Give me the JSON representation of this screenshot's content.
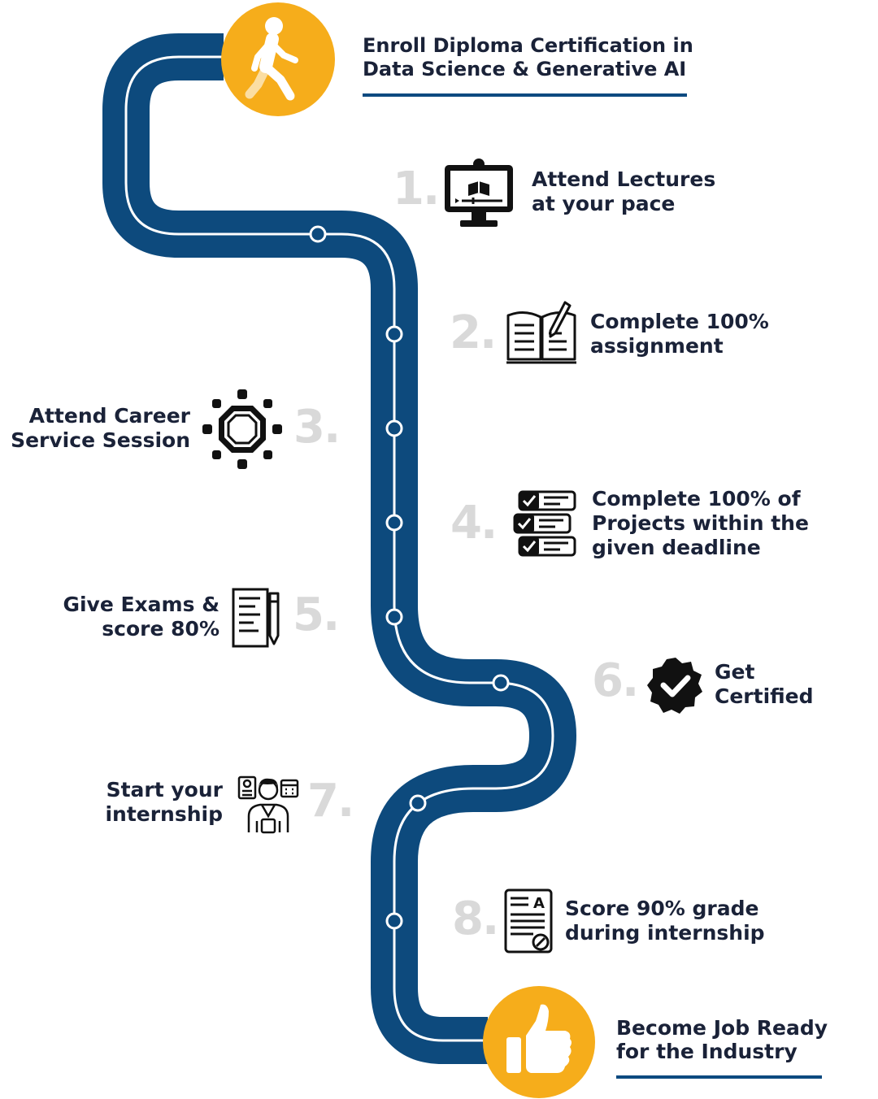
{
  "colors": {
    "road": "#0d4a7d",
    "accent": "#f6ad1b",
    "number": "#d9d9d9",
    "text": "#1a2238"
  },
  "start": {
    "icon": "walking-person-icon",
    "title": "Enroll Diploma Certification in\nData Science & Generative AI"
  },
  "steps": [
    {
      "number": "1.",
      "icon": "monitor-lecture-icon",
      "label": "Attend Lectures\nat your pace"
    },
    {
      "number": "2.",
      "icon": "open-book-pen-icon",
      "label": "Complete 100%\nassignment"
    },
    {
      "number": "3.",
      "icon": "career-network-icon",
      "label": "Attend Career\nService Session"
    },
    {
      "number": "4.",
      "icon": "checklist-icon",
      "label": "Complete 100% of\nProjects within the\ngiven deadline"
    },
    {
      "number": "5.",
      "icon": "exam-paper-icon",
      "label": "Give Exams &\nscore 80%"
    },
    {
      "number": "6.",
      "icon": "certified-badge-icon",
      "label": "Get\nCertified"
    },
    {
      "number": "7.",
      "icon": "intern-person-icon",
      "label": "Start your\ninternship"
    },
    {
      "number": "8.",
      "icon": "grade-report-icon",
      "label": "Score 90% grade\nduring internship"
    }
  ],
  "end": {
    "icon": "thumbs-up-icon",
    "title": "Become Job Ready\nfor the Industry"
  }
}
